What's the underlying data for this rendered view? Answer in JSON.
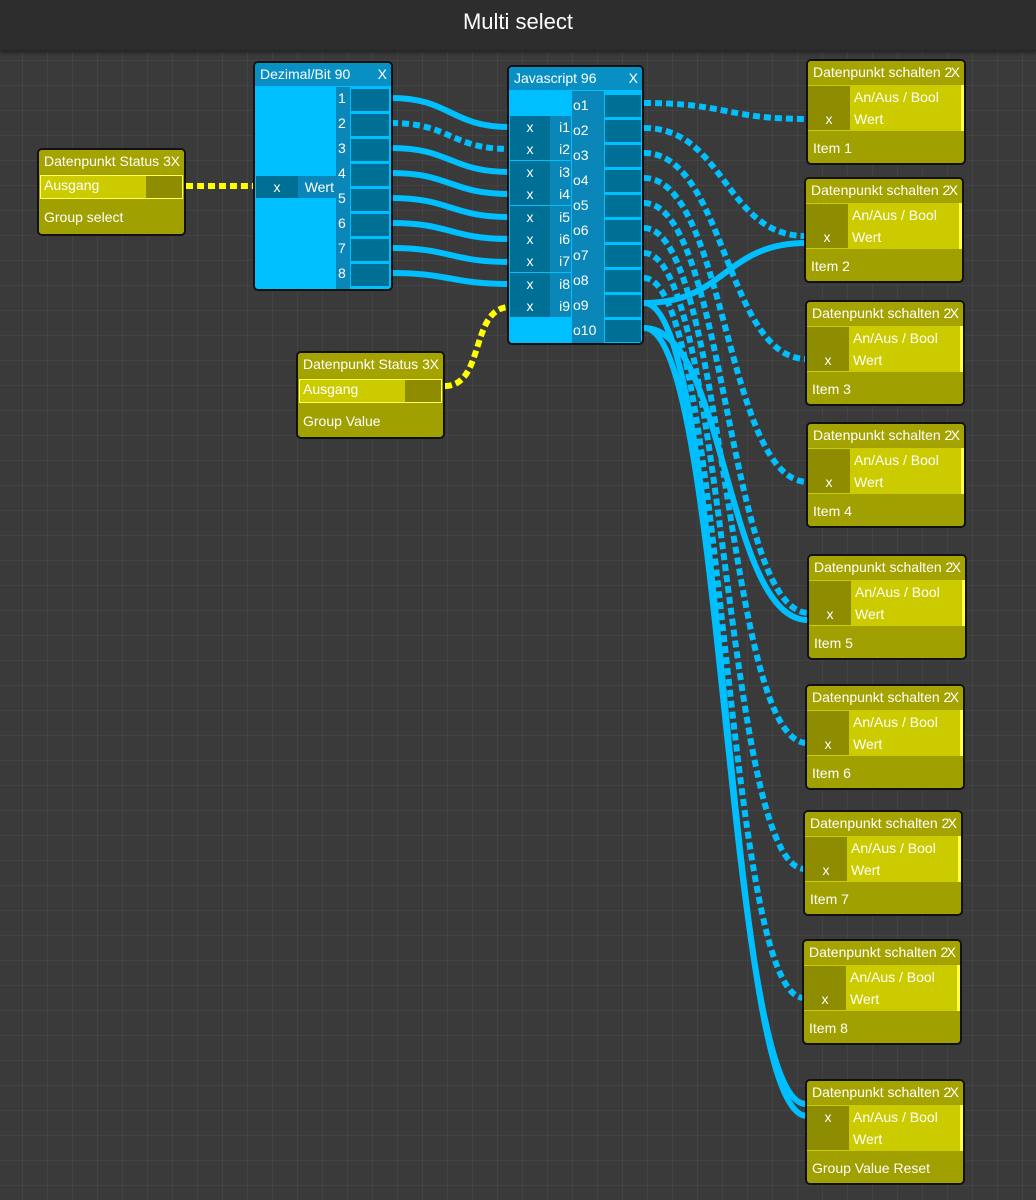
{
  "header": {
    "title": "Multi select"
  },
  "colors": {
    "background": "#3a3a3a",
    "blue_node": "#00bfff",
    "yellow_node": "#a0a000",
    "blue_wire": "#00bfff",
    "yellow_wire": "#ffff00"
  },
  "status_nodes": [
    {
      "title": "Datenpunkt Status 3",
      "close": "X",
      "output": "Ausgang",
      "caption": "Group select"
    },
    {
      "title": "Datenpunkt Status 3",
      "close": "X",
      "output": "Ausgang",
      "caption": "Group Value"
    }
  ],
  "dezimal_node": {
    "title": "Dezimal/Bit 90",
    "close": "X",
    "input_value": "x",
    "input_label": "Wert",
    "outputs": [
      "1",
      "2",
      "3",
      "4",
      "5",
      "6",
      "7",
      "8"
    ]
  },
  "js_node": {
    "title": "Javascript 96",
    "close": "X",
    "inputs": [
      {
        "value": "x",
        "label": "i1"
      },
      {
        "value": "x",
        "label": "i2"
      },
      {
        "value": "x",
        "label": "i3"
      },
      {
        "value": "x",
        "label": "i4"
      },
      {
        "value": "x",
        "label": "i5"
      },
      {
        "value": "x",
        "label": "i6"
      },
      {
        "value": "x",
        "label": "i7"
      },
      {
        "value": "x",
        "label": "i8"
      },
      {
        "value": "x",
        "label": "i9"
      }
    ],
    "outputs": [
      "o1",
      "o2",
      "o3",
      "o4",
      "o5",
      "o6",
      "o7",
      "o8",
      "o9",
      "o10"
    ]
  },
  "switch_nodes": [
    {
      "title": "Datenpunkt schalten 2",
      "close": "X",
      "in1_label": "An/Aus / Bool",
      "in1_value": "",
      "in2_label": "Wert",
      "in2_value": "x",
      "caption": "Item 1"
    },
    {
      "title": "Datenpunkt schalten 2",
      "close": "X",
      "in1_label": "An/Aus / Bool",
      "in1_value": "",
      "in2_label": "Wert",
      "in2_value": "x",
      "caption": "Item 2"
    },
    {
      "title": "Datenpunkt schalten 2",
      "close": "X",
      "in1_label": "An/Aus / Bool",
      "in1_value": "",
      "in2_label": "Wert",
      "in2_value": "x",
      "caption": "Item 3"
    },
    {
      "title": "Datenpunkt schalten 2",
      "close": "X",
      "in1_label": "An/Aus / Bool",
      "in1_value": "",
      "in2_label": "Wert",
      "in2_value": "x",
      "caption": "Item 4"
    },
    {
      "title": "Datenpunkt schalten 2",
      "close": "X",
      "in1_label": "An/Aus / Bool",
      "in1_value": "",
      "in2_label": "Wert",
      "in2_value": "x",
      "caption": "Item 5"
    },
    {
      "title": "Datenpunkt schalten 2",
      "close": "X",
      "in1_label": "An/Aus / Bool",
      "in1_value": "",
      "in2_label": "Wert",
      "in2_value": "x",
      "caption": "Item 6"
    },
    {
      "title": "Datenpunkt schalten 2",
      "close": "X",
      "in1_label": "An/Aus / Bool",
      "in1_value": "",
      "in2_label": "Wert",
      "in2_value": "x",
      "caption": "Item 7"
    },
    {
      "title": "Datenpunkt schalten 2",
      "close": "X",
      "in1_label": "An/Aus / Bool",
      "in1_value": "",
      "in2_label": "Wert",
      "in2_value": "x",
      "caption": "Item 8"
    },
    {
      "title": "Datenpunkt schalten 2",
      "close": "X",
      "in1_label": "An/Aus / Bool",
      "in1_value": "x",
      "in2_label": "Wert",
      "in2_value": "",
      "caption": "Group Value Reset"
    }
  ]
}
